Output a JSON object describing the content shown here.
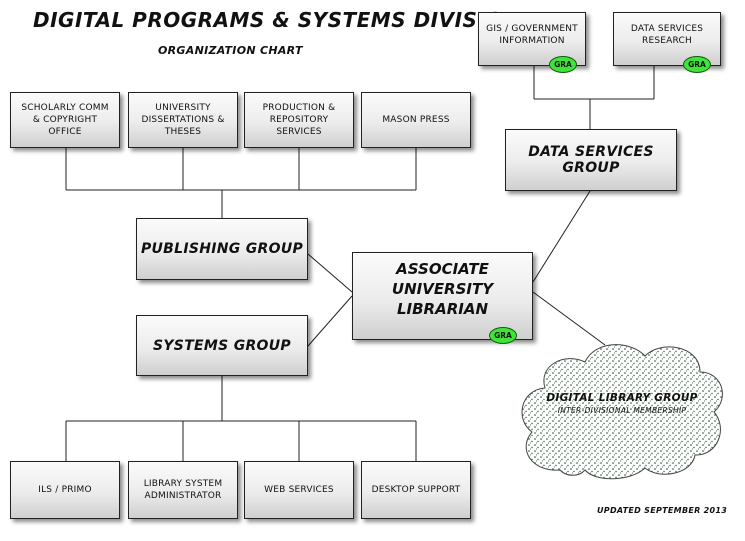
{
  "header": {
    "title": "DIGITAL PROGRAMS & SYSTEMS DIVISION",
    "subtitle": "ORGANIZATION CHART"
  },
  "top_units": [
    "SCHOLARLY COMM\n& COPYRIGHT OFFICE",
    "UNIVERSITY\nDISSERTATIONS &\nTHESES",
    "PRODUCTION &\nREPOSITORY SERVICES",
    "MASON PRESS"
  ],
  "data_units": [
    "GIS / GOVERNMENT\nINFORMATION",
    "DATA SERVICES\nRESEARCH"
  ],
  "groups": {
    "publishing": "PUBLISHING GROUP",
    "systems": "SYSTEMS GROUP",
    "data_services": "DATA SERVICES GROUP"
  },
  "center": "ASSOCIATE UNIVERSITY\nLIBRARIAN",
  "badge": "GRA",
  "bottom_units": [
    "ILS  / PRIMO",
    "LIBRARY SYSTEM\nADMINISTRATOR",
    "WEB SERVICES",
    "DESKTOP SUPPORT"
  ],
  "cloud": {
    "title": "DIGITAL LIBRARY GROUP",
    "subtitle": "INTER-DIVISIONAL MEMBERSHIP"
  },
  "footer": "UPDATED SEPTEMBER 2013",
  "colors": {
    "badge": "#3fe43a",
    "box_fill": "#ececec",
    "line": "#222222"
  }
}
